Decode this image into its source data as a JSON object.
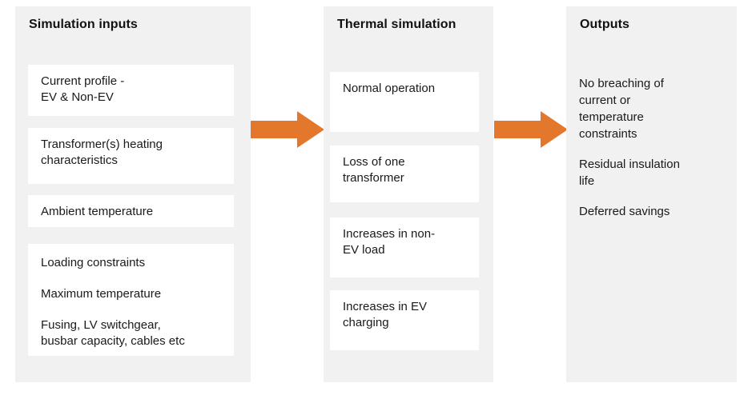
{
  "theme": {
    "page_background": "#ffffff",
    "panel_background": "#f1f1f1",
    "card_background": "#ffffff",
    "text_color": "#1a1a1a",
    "arrow_color": "#e3782c"
  },
  "panels": {
    "inputs": {
      "title": "Simulation inputs",
      "cards": [
        {
          "name": "current-profile",
          "text": "Current profile -\nEV & Non-EV"
        },
        {
          "name": "transformer-heating",
          "text": "Transformer(s)  heating\ncharacteristics"
        },
        {
          "name": "ambient-temperature",
          "text": "Ambient temperature"
        },
        {
          "name": "constraints",
          "lines": [
            "Loading constraints",
            "Maximum temperature",
            "Fusing, LV switchgear,\nbusbar capacity, cables etc"
          ]
        }
      ]
    },
    "simulation": {
      "title": "Thermal simulation",
      "cards": [
        {
          "name": "normal-operation",
          "text": "Normal operation"
        },
        {
          "name": "loss-of-one-transformer",
          "text": "Loss of one\ntransformer"
        },
        {
          "name": "increases-in-non-ev-load",
          "text": "Increases in non-\nEV load"
        },
        {
          "name": "increases-in-ev-charging",
          "text": "Increases in EV\ncharging"
        }
      ]
    },
    "outputs": {
      "title": "Outputs",
      "items": [
        "No breaching of\ncurrent or\ntemperature\nconstraints",
        "Residual insulation\nlife",
        "Deferred savings"
      ]
    }
  },
  "arrows": [
    {
      "name": "arrow-inputs-to-simulation",
      "direction": "right",
      "color": "#e3782c"
    },
    {
      "name": "arrow-simulation-to-outputs",
      "direction": "right",
      "color": "#e3782c"
    }
  ]
}
